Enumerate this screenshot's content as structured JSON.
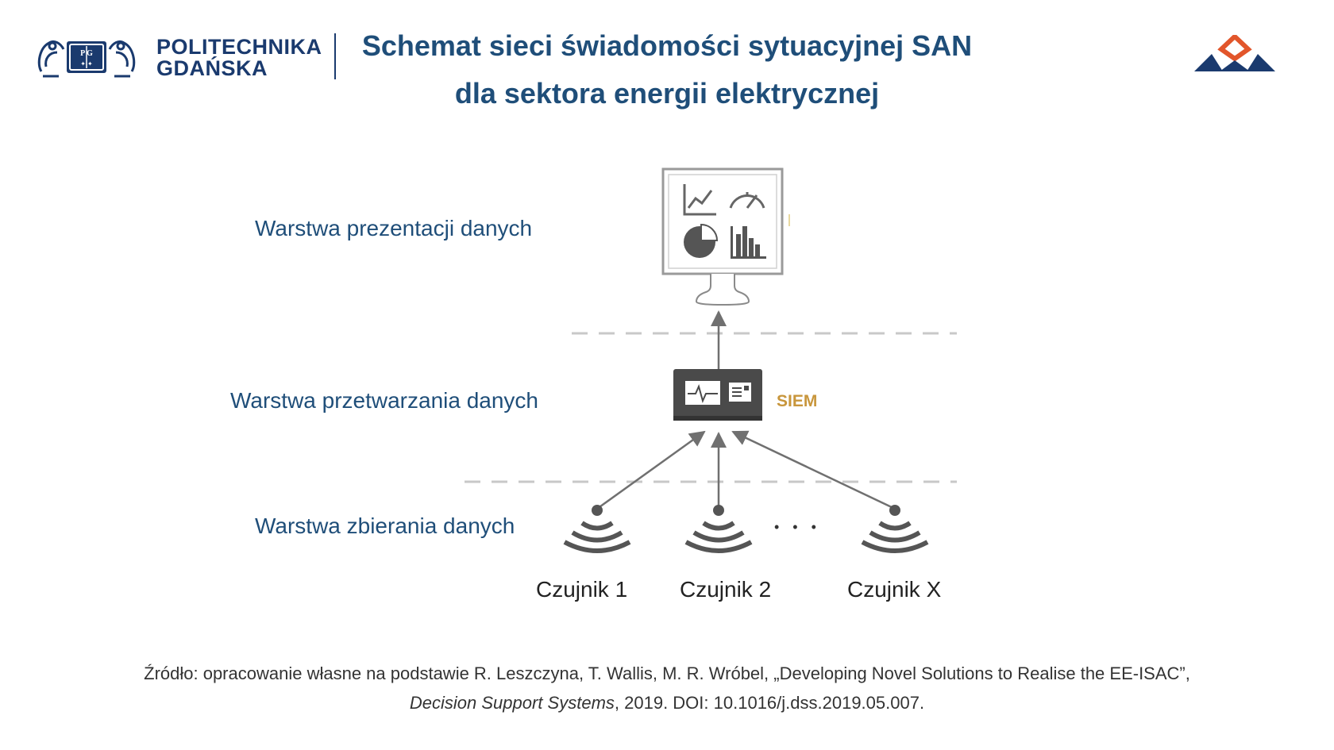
{
  "header": {
    "logo_left": {
      "line1": "POLITECHNIKA",
      "line2": "GDAŃSKA"
    },
    "title_line1": "Schemat sieci świadomości sytuacyjnej SAN",
    "title_line2": "dla sektora energii elektrycznej",
    "accent_color": "#1f4e79",
    "logo_right_colors": [
      "#1a3a6e",
      "#e2562b"
    ]
  },
  "layers": {
    "presentation": "Warstwa prezentacji danych",
    "processing": "Warstwa przetwarzania danych",
    "collection": "Warstwa zbierania danych"
  },
  "nodes": {
    "monitor_icons": [
      "line-chart-icon",
      "gauge-icon",
      "pie-chart-icon",
      "bar-chart-icon"
    ],
    "siem_label": "SIEM",
    "sensors": [
      "Czujnik 1",
      "Czujnik 2",
      "Czujnik X"
    ],
    "ellipsis": "• • •"
  },
  "source": {
    "line1": "Źródło: opracowanie własne na podstawie R. Leszczyna, T. Wallis, M. R. Wróbel, „Developing Novel Solutions to Realise the EE-ISAC”,",
    "journal": "Decision Support Systems",
    "line2_rest": ", 2019. DOI: 10.1016/j.dss.2019.05.007."
  }
}
